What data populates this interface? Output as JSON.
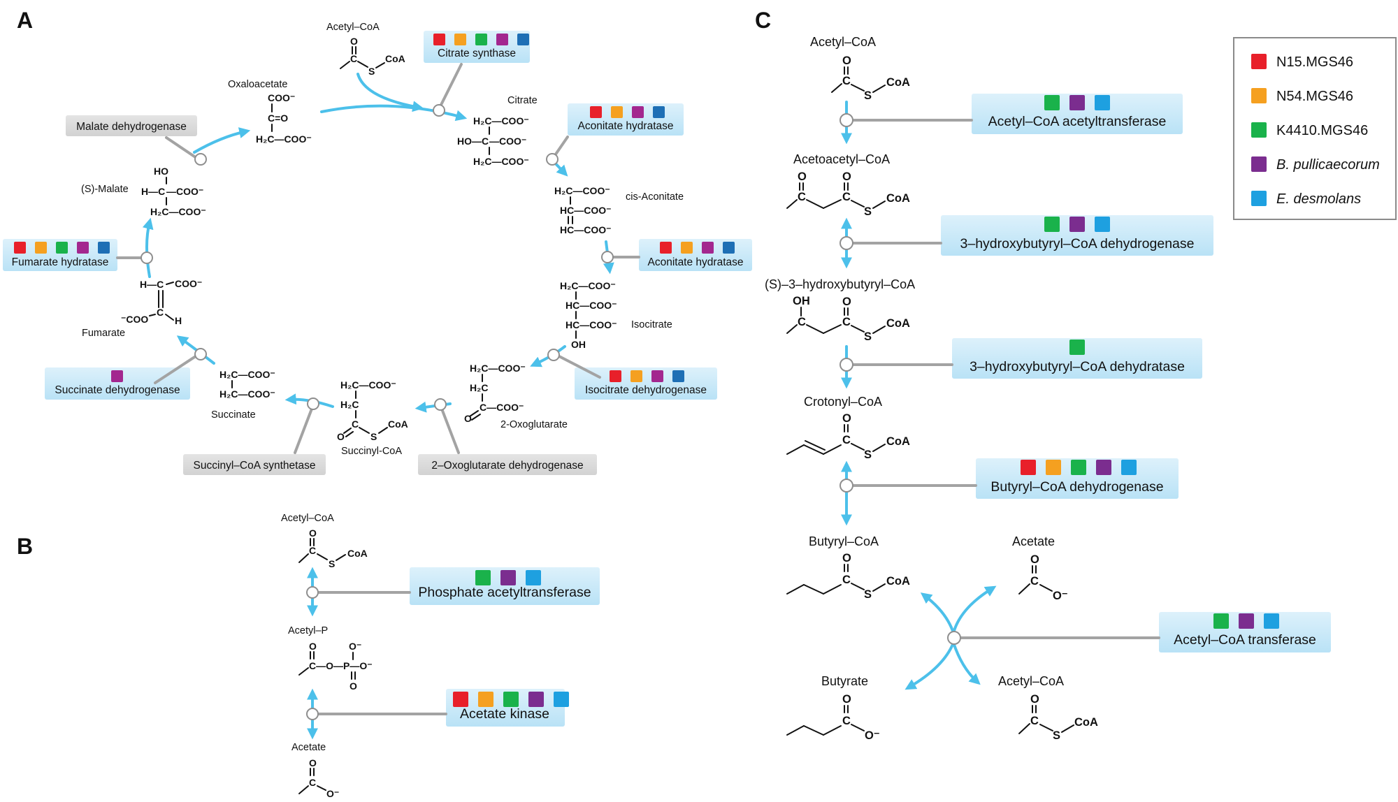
{
  "panels": {
    "a": "A",
    "b": "B",
    "c": "C"
  },
  "legend": {
    "items": [
      {
        "label": "N15.MGS46",
        "italic": false,
        "color": "#e8202a"
      },
      {
        "label": "N54.MGS46",
        "italic": false,
        "color": "#f5a020"
      },
      {
        "label": "K4410.MGS46",
        "italic": false,
        "color": "#1ab24b"
      },
      {
        "label": "B. pullicaecorum",
        "italic": true,
        "color": "#7b2d8f"
      },
      {
        "label": "E. desmolans",
        "italic": true,
        "color": "#1ea0e0"
      }
    ]
  },
  "panel_a": {
    "compounds": {
      "acetyl_coa": "Acetyl–CoA",
      "oxaloacetate": "Oxaloacetate",
      "citrate": "Citrate",
      "cis_aconitate": "cis-Aconitate",
      "isocitrate": "Isocitrate",
      "oxoglutarate": "2-Oxoglutarate",
      "succinyl_coa": "Succinyl-CoA",
      "succinate": "Succinate",
      "fumarate": "Fumarate",
      "s_malate": "(S)-Malate"
    },
    "enzymes": {
      "citrate_synthase": "Citrate synthase",
      "aconitate_hydratase_1": "Aconitate hydratase",
      "aconitate_hydratase_2": "Aconitate hydratase",
      "isocitrate_dehydrogenase": "Isocitrate dehydrogenase",
      "oxoglutarate_dehydrogenase": "2–Oxoglutarate dehydrogenase",
      "succinyl_coa_synthetase": "Succinyl–CoA synthetase",
      "succinate_dehydrogenase": "Succinate dehydrogenase",
      "fumarate_hydratase": "Fumarate hydratase",
      "malate_dehydrogenase": "Malate dehydrogenase"
    }
  },
  "panel_b": {
    "compounds": {
      "acetyl_coa": "Acetyl–CoA",
      "acetyl_p": "Acetyl–P",
      "acetate": "Acetate"
    },
    "enzymes": {
      "phosphate_acetyltransferase": "Phosphate acetyltransferase",
      "acetate_kinase": "Acetate kinase"
    }
  },
  "panel_c": {
    "compounds": {
      "acetyl_coa": "Acetyl–CoA",
      "acetoacetyl_coa": "Acetoacetyl–CoA",
      "hydroxybutyryl_coa": "(S)–3–hydroxybutyryl–CoA",
      "crotonyl_coa": "Crotonyl–CoA",
      "butyryl_coa": "Butyryl–CoA",
      "acetate": "Acetate",
      "butyrate": "Butyrate",
      "acetyl_coa_2": "Acetyl–CoA"
    },
    "enzymes": {
      "acetyl_coa_acetyltransferase": "Acetyl–CoA acetyltransferase",
      "hbd_dehydrogenase": "3–hydroxybutyryl–CoA dehydrogenase",
      "hbd_dehydratase": "3–hydroxybutyryl–CoA dehydratase",
      "butyryl_coa_dehydrogenase": "Butyryl–CoA dehydrogenase",
      "acetyl_coa_transferase": "Acetyl–CoA transferase"
    }
  },
  "atoms": {
    "O": "O",
    "C": "C",
    "S": "S",
    "H": "H",
    "P": "P",
    "CoA": "CoA",
    "OH": "OH",
    "HO": "HO",
    "H2C": "H₂C",
    "HC": "HC",
    "Ominus": "O⁻",
    "coo": "COO⁻",
    "coo_left": "⁻COO",
    "h_c": "H—C",
    "ho_c": "HO—C",
    "h2c_dash": "H₂C—",
    "dash_coo": "—COO⁻",
    "c_dash_coo": "C—COO⁻",
    "c_eq_o": "C=O",
    "c_o_p_o": "C—O—P—O⁻",
    "hc_dash_coo": "HC—COO⁻",
    "h2c_dash_coo": "H₂C—COO⁻"
  }
}
